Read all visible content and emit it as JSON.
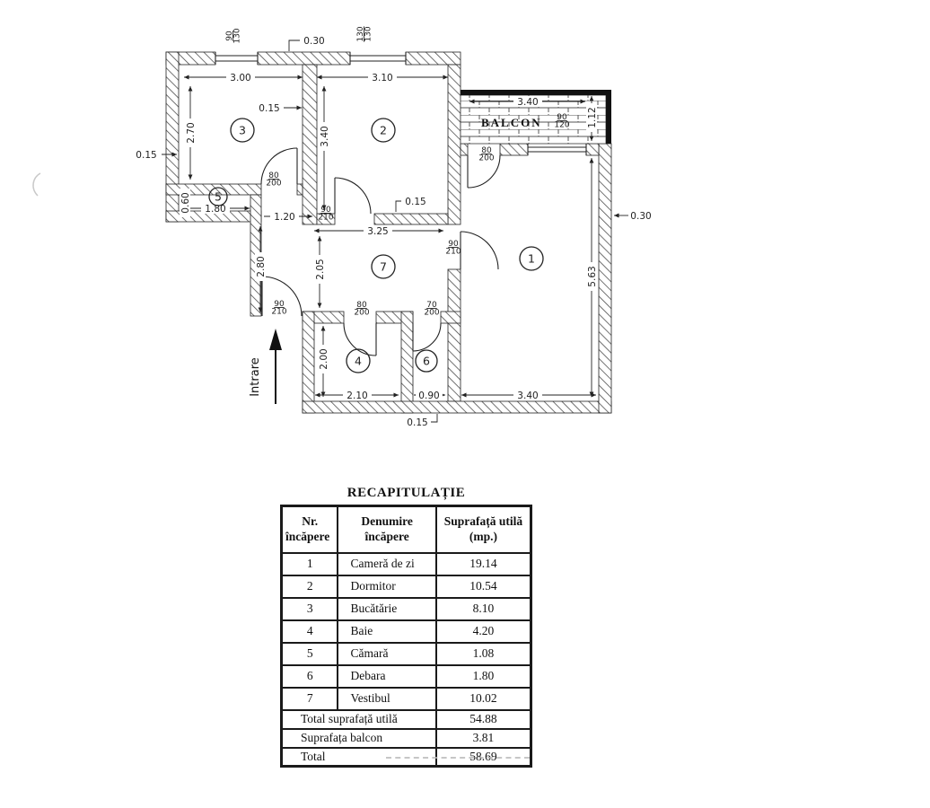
{
  "page": {
    "background": "#ffffff",
    "ink": "#1a1a1a"
  },
  "plan": {
    "balcony_label": "BALCON",
    "entrance_label": "Intrare",
    "room_numbers": {
      "living": "1",
      "bedroom": "2",
      "kitchen": "3",
      "bath": "4",
      "pantry": "5",
      "storage": "6",
      "hall": "7"
    },
    "dims": {
      "kitchen_width": "3.00",
      "bedroom_width": "3.10",
      "kitchen_height": "2.70",
      "bedroom_height": "3.40",
      "balcony_width": "3.40",
      "balcony_depth": "1.12",
      "living_height": "5.63",
      "living_width": "3.40",
      "hall_width": "3.25",
      "hall_height": "2.05",
      "corridor_height": "2.80",
      "passage_width": "1.20",
      "pantry_width": "1.80",
      "pantry_height": "0.60",
      "bath_height": "2.00",
      "bath_width": "2.10",
      "storage_width": "0.90",
      "wall_left": "0.15",
      "wall_mid": "0.15",
      "wall_bedroom": "0.15",
      "wall_bottom": "0.15",
      "pier_top": "0.30",
      "wall_right": "0.30"
    },
    "openings": {
      "kitchen_window": "90/130",
      "bedroom_window": "130/130",
      "balcony_window": "90/120",
      "pantry_door": "80/200",
      "bedroom_door": "90/210",
      "living_door": "90/210",
      "entry_door": "90/210",
      "bath_door": "80/200",
      "storage_door": "70/200",
      "balcony_door": "80/200"
    }
  },
  "table": {
    "title": "RECAPITULAȚIE",
    "headers": {
      "col1_line1": "Nr.",
      "col1_line2": "încăpere",
      "col2_line1": "Denumire",
      "col2_line2": "încăpere",
      "col3_line1": "Suprafață utilă",
      "col3_line2": "(mp.)"
    },
    "rows": [
      {
        "nr": "1",
        "name": "Cameră de zi",
        "area": "19.14"
      },
      {
        "nr": "2",
        "name": "Dormitor",
        "area": "10.54"
      },
      {
        "nr": "3",
        "name": "Bucătărie",
        "area": "8.10"
      },
      {
        "nr": "4",
        "name": "Baie",
        "area": "4.20"
      },
      {
        "nr": "5",
        "name": "Cămară",
        "area": "1.08"
      },
      {
        "nr": "6",
        "name": "Debara",
        "area": "1.80"
      },
      {
        "nr": "7",
        "name": "Vestibul",
        "area": "10.02"
      }
    ],
    "totals": [
      {
        "label": "Total suprafață utilă",
        "value": "54.88"
      },
      {
        "label": "Suprafața balcon",
        "value": "3.81"
      },
      {
        "label": "Total",
        "value": "58.69"
      }
    ]
  }
}
